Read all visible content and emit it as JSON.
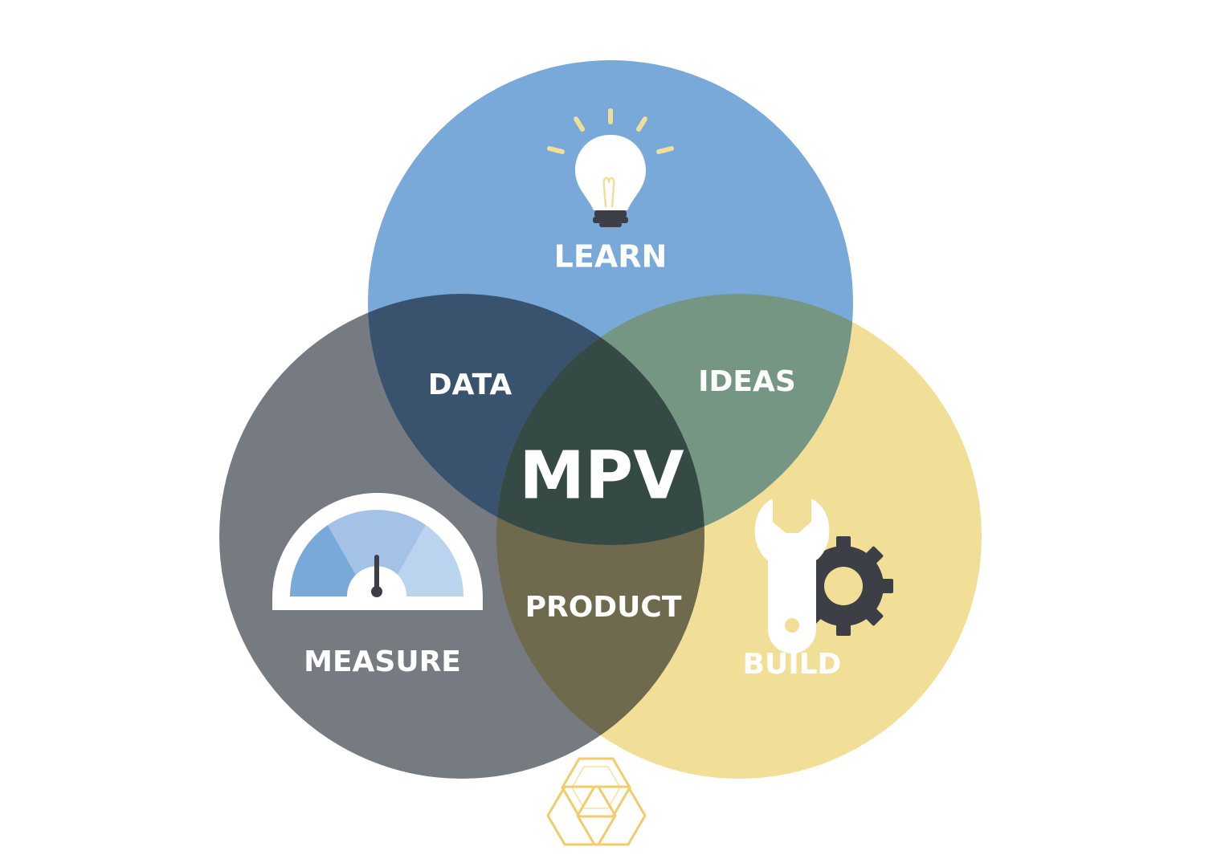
{
  "colors": {
    "learn_circle": "#79a9d8",
    "measure_circle": "#767b82",
    "build_circle": "#f1df97",
    "data_overlap": "#39536e",
    "ideas_overlap": "#749683",
    "product_overlap": "#6f6a4d",
    "center_overlap": "#354a45",
    "icon_dark": "#3d3f47",
    "icon_white": "#ffffff",
    "bulb_accent": "#f1df97",
    "gauge_light": "#bad3ee",
    "gauge_mid": "#a4c1e6",
    "gauge_dark": "#79a9d8",
    "logo_gold": "#f2cc6a"
  },
  "labels": {
    "learn": "LEARN",
    "measure": "MEASURE",
    "build": "BUILD",
    "data": "DATA",
    "ideas": "IDEAS",
    "product": "PRODUCT",
    "center": "MPV"
  },
  "icons": {
    "learn": "lightbulb-icon",
    "measure": "gauge-icon",
    "build": "wrench-gear-icon",
    "logo": "hexagon-logo"
  }
}
